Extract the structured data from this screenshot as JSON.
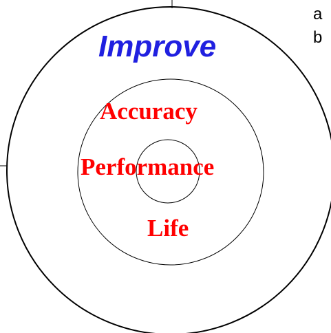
{
  "diagram": {
    "outer_label": "Improve",
    "inner_labels": [
      "Accuracy",
      "Performance",
      "Life"
    ],
    "partial_text": [
      "a",
      "b"
    ],
    "colors": {
      "outer_label": "#2020e0",
      "inner_labels": "#ff0000",
      "lines": "#000000"
    }
  }
}
